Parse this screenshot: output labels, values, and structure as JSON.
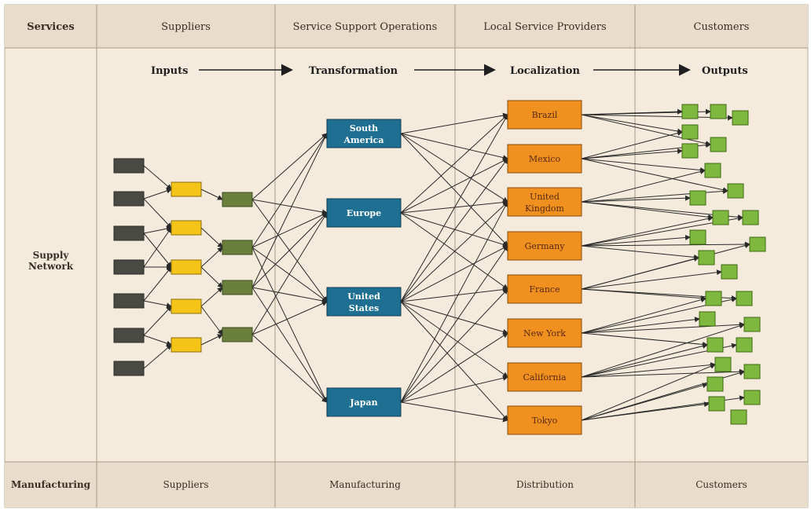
{
  "header": {
    "row_label": "Services",
    "columns": [
      "Suppliers",
      "Service Support Operations",
      "Local Service Providers",
      "Customers"
    ]
  },
  "side": {
    "row_label_line1": "Supply",
    "row_label_line2": "Network"
  },
  "footer": {
    "row_label": "Manufacturing",
    "columns": [
      "Suppliers",
      "Manufacturing",
      "Distribution",
      "Customers"
    ]
  },
  "stages": {
    "inputs": "Inputs",
    "transformation": "Transformation",
    "localization": "Localization",
    "outputs": "Outputs"
  },
  "hubs": [
    {
      "line1": "South",
      "line2": "America"
    },
    {
      "line1": "Europe",
      "line2": ""
    },
    {
      "line1": "United",
      "line2": "States"
    },
    {
      "line1": "Japan",
      "line2": ""
    }
  ],
  "providers": [
    {
      "line1": "Brazil",
      "line2": ""
    },
    {
      "line1": "Mexico",
      "line2": ""
    },
    {
      "line1": "United",
      "line2": "Kingdom"
    },
    {
      "line1": "Germany",
      "line2": ""
    },
    {
      "line1": "France",
      "line2": ""
    },
    {
      "line1": "New York",
      "line2": ""
    },
    {
      "line1": "California",
      "line2": ""
    },
    {
      "line1": "Tokyo",
      "line2": ""
    }
  ],
  "colors": {
    "background": "#f5ebdd",
    "header_band": "#e8dccb",
    "hub_blue": "#1f6f93",
    "provider_orange": "#f0901e",
    "customer_green": "#7fb83e",
    "supplier_dark": "#4a4a44",
    "supplier_yellow": "#f4c518",
    "supplier_olive": "#6a7f3c"
  }
}
